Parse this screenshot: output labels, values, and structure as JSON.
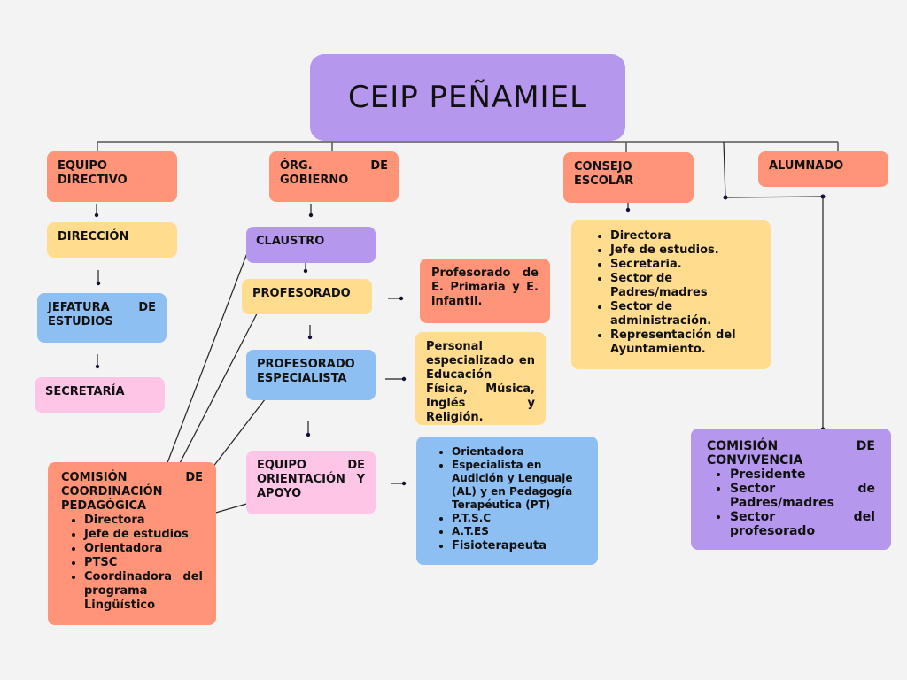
{
  "title": "CEIP PEÑAMIEL",
  "colors": {
    "background": "#f3f3f3",
    "salmon": "#ff9478",
    "yellow": "#ffdc8e",
    "blue": "#8ebff2",
    "pink": "#ffc5e6",
    "purple": "#b598ee",
    "connector": "#222222"
  },
  "top_level": {
    "equipo_directivo": "EQUIPO DIRECTIVO",
    "organos_gobierno": "ÓRG. DE GOBIERNO",
    "consejo_escolar": "CONSEJO ESCOLAR",
    "alumnado": "ALUMNADO"
  },
  "equipo_directivo_branch": {
    "direccion": "DIRECCIÓN",
    "jefatura": "JEFATURA DE ESTUDIOS",
    "secretaria": "SECRETARÍA"
  },
  "gobierno_branch": {
    "claustro": "CLAUSTRO",
    "profesorado": "PROFESORADO",
    "profesorado_especialista": "PROFESORADO ESPECIALISTA",
    "equipo_orientacion": "EQUIPO DE ORIENTACIÓN Y APOYO",
    "profesorado_detail": "Profesorado de E. Primaria y E. infantil.",
    "especialista_detail": "Personal especializado en Educación Física, Música, Inglés y Religión.",
    "orientacion_members": [
      "Orientadora",
      " Especialista en Audición y Lenguaje (AL) y en Pedagogía Terapéutica (PT)",
      "P.T.S.C",
      "A.T.ES",
      "Fisioterapeuta"
    ]
  },
  "ccp": {
    "title": "COMISIÓN DE COORDINACIÓN PEDAGÓGICA",
    "members": [
      "Directora",
      "Jefe de estudios",
      "Orientadora",
      "PTSC",
      "Coordinadora del programa Lingüístico"
    ]
  },
  "consejo_escolar_members": [
    "Directora",
    "Jefe de estudios.",
    "Secretaria.",
    "Sector de Padres/madres",
    "Sector de administración.",
    "Representación del Ayuntamiento."
  ],
  "comision_convivencia": {
    "title": "COMISIÓN DE CONVIVENCIA",
    "members": [
      "Presidente",
      "Sector de Padres/madres",
      "Sector del profesorado"
    ]
  }
}
